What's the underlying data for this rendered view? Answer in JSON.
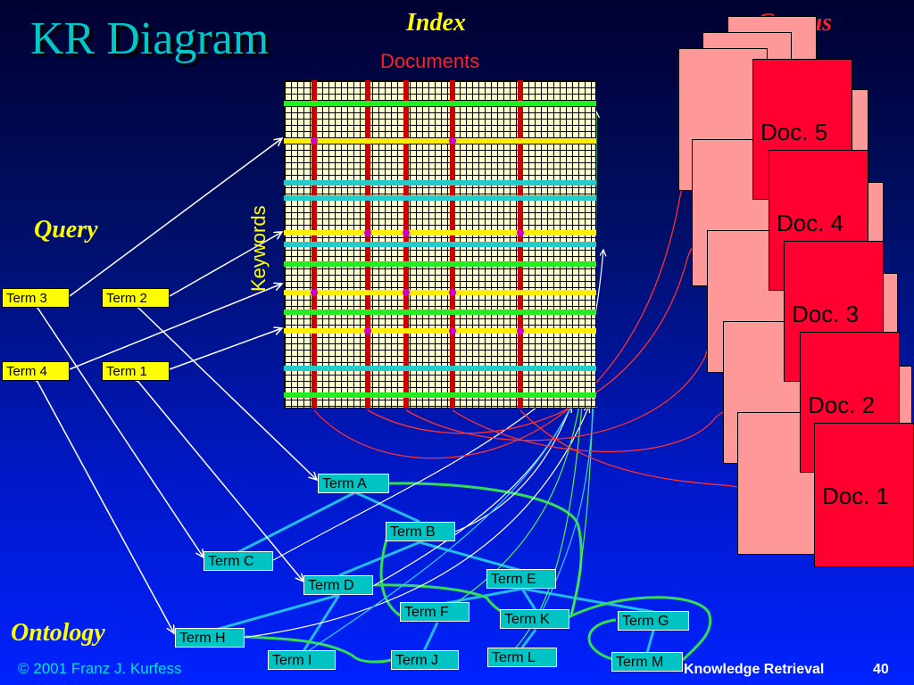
{
  "title": "KR Diagram",
  "labels": {
    "index": "Index",
    "corpus": "Corpus",
    "documents": "Documents",
    "keywords": "Keywords",
    "query": "Query",
    "ontology": "Ontology"
  },
  "query_terms": [
    "Term 3",
    "Term 2",
    "Term 4",
    "Term 1"
  ],
  "ontology_terms": {
    "a": "Term A",
    "b": "Term B",
    "c": "Term C",
    "d": "Term D",
    "e": "Term E",
    "f": "Term F",
    "k": "Term K",
    "g": "Term G",
    "h": "Term H",
    "i": "Term I",
    "j": "Term J",
    "l": "Term L",
    "m": "Term M"
  },
  "documents": [
    "Doc. 5",
    "Doc. 4",
    "Doc. 3",
    "Doc. 2",
    "Doc. 1"
  ],
  "footer": {
    "copyright": "© 2001 Franz J. Kurfess",
    "course": "Knowledge Retrieval",
    "page": "40"
  },
  "colors": {
    "title": "#00c8c8",
    "accent_yellow": "#ffff00",
    "doc_red": "#ff0030",
    "page_pink": "#ff9999",
    "term_cyan": "#00c4c4",
    "index_green": "#22ee22",
    "index_cyan": "#22cccc",
    "index_red": "#cc0000"
  }
}
